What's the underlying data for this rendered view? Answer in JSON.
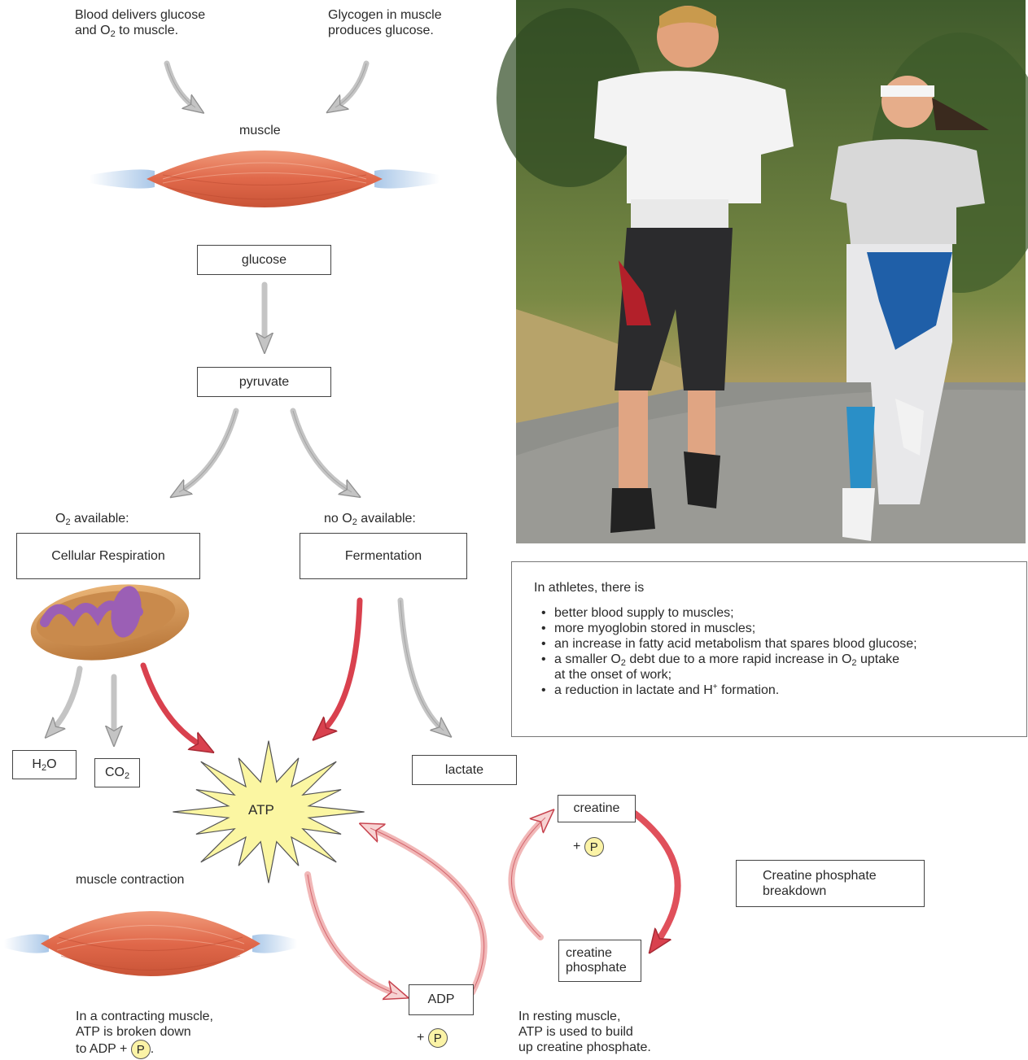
{
  "top_left": {
    "blood_line1": "Blood delivers glucose",
    "blood_line2_pre": "and O",
    "blood_line2_sub": "2",
    "blood_line2_post": " to muscle.",
    "glycogen_line1": "Glycogen in muscle",
    "glycogen_line2": "produces glucose.",
    "muscle_label": "muscle"
  },
  "flow": {
    "glucose": "glucose",
    "pyruvate": "pyruvate",
    "o2_available_pre": "O",
    "o2_available_sub": "2",
    "o2_available_post": " available:",
    "no_o2_pre": "no O",
    "no_o2_sub": "2",
    "no_o2_post": " available:",
    "cellular_respiration": "Cellular Respiration",
    "fermentation": "Fermentation",
    "h2o_pre": "H",
    "h2o_sub": "2",
    "h2o_post": "O",
    "co2_pre": "CO",
    "co2_sub": "2",
    "lactate": "lactate",
    "atp": "ATP",
    "adp": "ADP",
    "plus": "+",
    "p": "P",
    "creatine": "creatine",
    "creatine_phosphate_line1": "creatine",
    "creatine_phosphate_line2": "phosphate",
    "creatine_breakdown_line1": "Creatine phosphate",
    "creatine_breakdown_line2": "breakdown",
    "muscle_contraction": "muscle contraction"
  },
  "captions": {
    "contracting_line1": "In a contracting muscle,",
    "contracting_line2": "ATP is broken down",
    "contracting_line3_pre": "to ADP + ",
    "contracting_line3_post": ".",
    "resting_line1": "In resting muscle,",
    "resting_line2": "ATP is used to build",
    "resting_line3": "up creatine phosphate."
  },
  "athletes": {
    "intro": "In athletes, there is",
    "item1": "better blood supply to muscles;",
    "item2": "more myoglobin stored in muscles;",
    "item3": "an increase in fatty acid metabolism that spares blood glucose;",
    "item4_a": "a smaller O",
    "item4_sub1": "2",
    "item4_b": " debt due to a more rapid increase in O",
    "item4_sub2": "2",
    "item4_c": " uptake",
    "item4_line2": "at the onset of work;",
    "item5_pre": "a reduction in lactate and H",
    "item5_sup": "+",
    "item5_post": " formation."
  },
  "colors": {
    "gray_arrow": "#c4c4c4",
    "red_arrow": "#d9414e",
    "atp_star": "#fbf6a2",
    "muscle": "#e8775a",
    "mitochondrion_outer": "#d99a55",
    "mitochondrion_inner": "#9b5fb5"
  }
}
